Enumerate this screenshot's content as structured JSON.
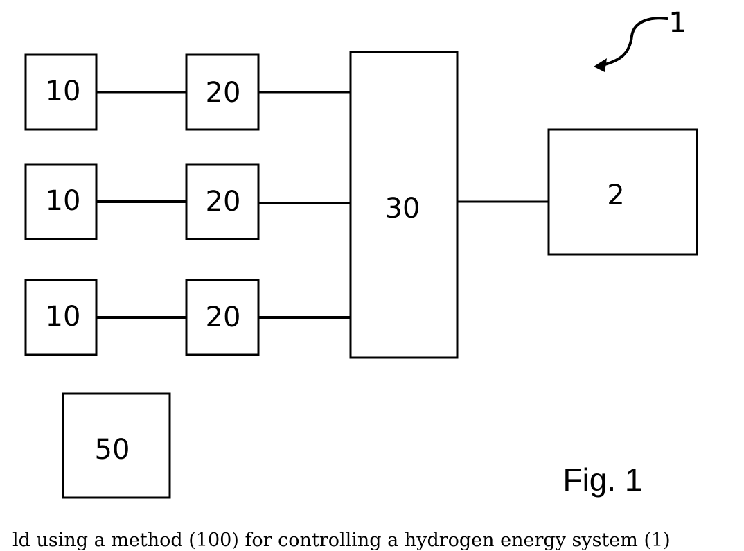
{
  "figure": {
    "reference_numeral": "1",
    "label": "Fig. 1"
  },
  "blocks": {
    "unit_10_top": "10",
    "unit_10_mid": "10",
    "unit_10_bottom": "10",
    "unit_20_top": "20",
    "unit_20_mid": "20",
    "unit_20_bottom": "20",
    "unit_30": "30",
    "unit_2": "2",
    "unit_50": "50"
  },
  "caption": "ld using a method (100) for controlling a hydrogen energy system (1)"
}
